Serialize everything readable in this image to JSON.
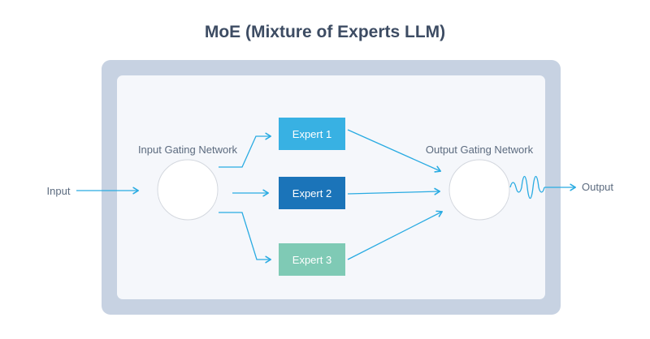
{
  "title": "MoE (Mixture of Experts LLM)",
  "diagram": {
    "input_label": "Input",
    "output_label": "Output",
    "input_gating_label": "Input Gating Network",
    "output_gating_label": "Output Gating Network",
    "experts": [
      {
        "label": "Expert 1",
        "color": "#38b1e3"
      },
      {
        "label": "Expert 2",
        "color": "#1b74b9"
      },
      {
        "label": "Expert 3",
        "color": "#7fcab5"
      }
    ],
    "colors": {
      "arrow": "#29abe2",
      "outer_frame": "#c7d2e2",
      "inner_panel": "#f5f7fb",
      "node_fill": "#ffffff",
      "node_border": "#d3d7de",
      "title_text": "#3d4c63",
      "label_text": "#5c6b7f",
      "expert_text": "#ffffff"
    }
  }
}
